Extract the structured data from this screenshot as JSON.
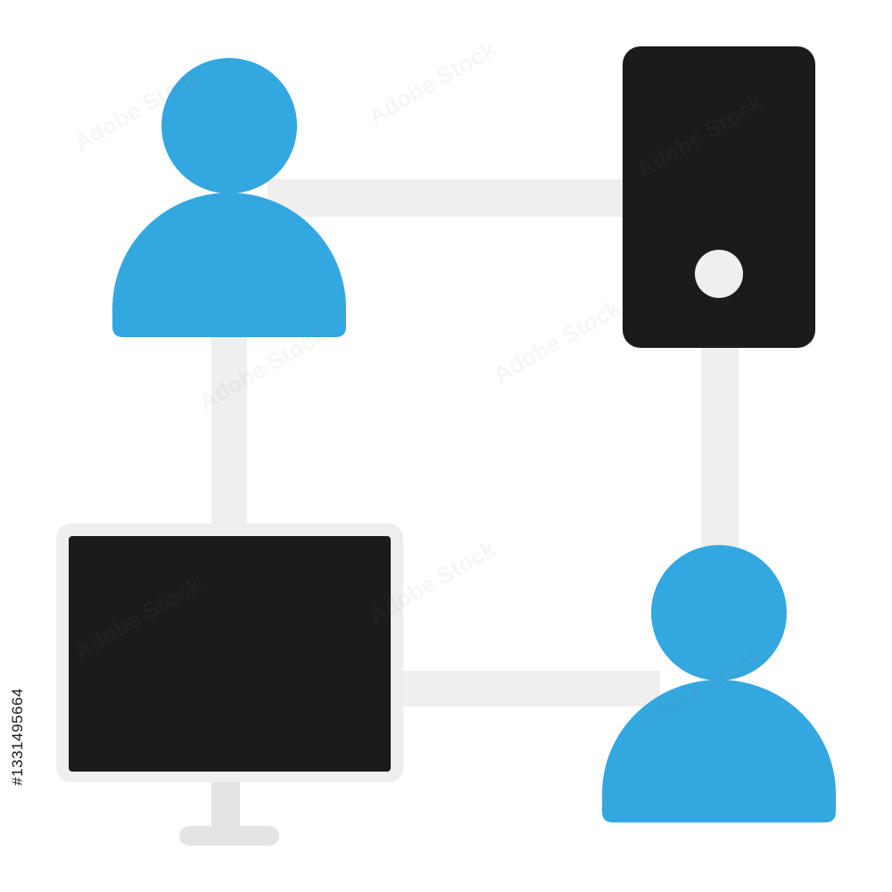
{
  "illustration": {
    "subject": "network icon",
    "nodes": [
      {
        "kind": "user",
        "icon": "user-icon"
      },
      {
        "kind": "server",
        "icon": "server-tower-icon"
      },
      {
        "kind": "monitor",
        "icon": "desktop-monitor-icon"
      },
      {
        "kind": "user",
        "icon": "user-icon"
      }
    ],
    "colors": {
      "user_blue": "#33a7df",
      "device_black": "#1b1b1b",
      "connector_gray": "#efefef",
      "monitor_frame": "#eeeeee",
      "background": "#ffffff"
    }
  },
  "watermark": {
    "text": "Adobe Stock",
    "stock_id": "#1331495664"
  }
}
